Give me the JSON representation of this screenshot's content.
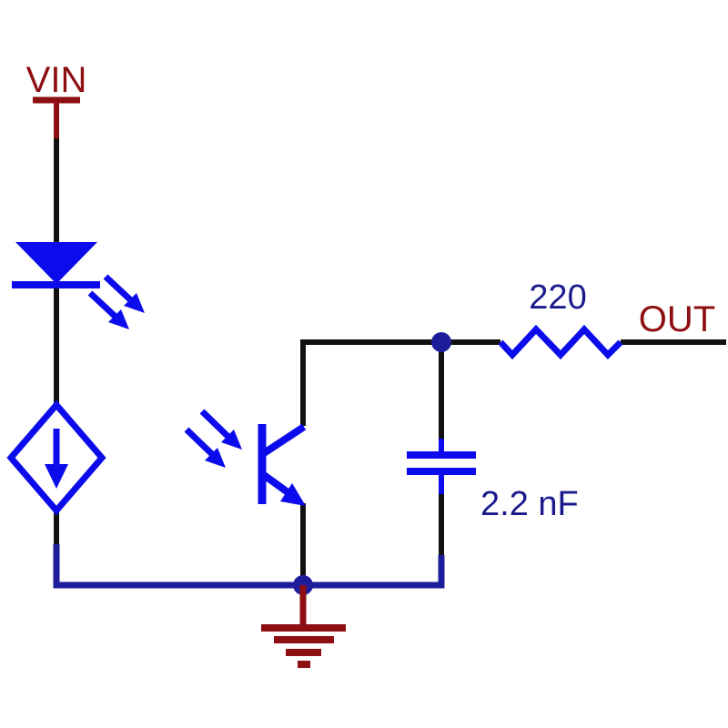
{
  "colors": {
    "background": "#ffffff",
    "wire-black": "#111111",
    "component-blue": "#0b0bec",
    "net-navy": "#1d1d9c",
    "label-navy": "#1a1a8c",
    "power-red": "#8e0f12"
  },
  "labels": {
    "vin": "VIN",
    "out": "OUT",
    "resistor_value": "220",
    "capacitor_value": "2.2 nF"
  },
  "symbols": {
    "vin_terminal": "power-input-terminal",
    "led": "led-diode-emitting-light",
    "current_source": "controlled-current-source-diamond-arrow-down",
    "phototransistor": "npn-phototransistor-receiving-light",
    "capacitor": "capacitor-two-parallel-plates",
    "resistor": "zigzag-resistor",
    "ground": "earth-ground-four-bars",
    "junction": "solder-junction-dot"
  }
}
